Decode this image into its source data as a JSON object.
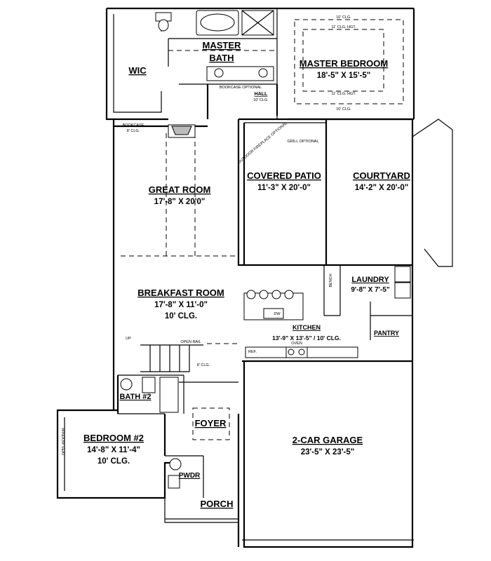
{
  "rooms": {
    "wic": {
      "name": "WIC"
    },
    "master_bath": {
      "name_line1": "MASTER",
      "name_line2": "BATH"
    },
    "master_bedroom": {
      "name": "MASTER BEDROOM",
      "dims": "18'-5\" X 15'-5\""
    },
    "great_room": {
      "name": "GREAT ROOM",
      "dims": "17'-8\" X 20'0\""
    },
    "covered_patio": {
      "name": "COVERED PATIO",
      "dims": "11'-3\" X 20'-0\""
    },
    "courtyard": {
      "name": "COURTYARD",
      "dims": "14'-2\" X 20'-0\""
    },
    "breakfast_room": {
      "name": "BREAKFAST ROOM",
      "dims": "17'-8\" X 11'-0\"",
      "ceiling": "10' CLG."
    },
    "laundry": {
      "name": "LAUNDRY",
      "dims": "9'-8\" X 7'-5\""
    },
    "pantry": {
      "name": "PANTRY"
    },
    "kitchen": {
      "name": "KITCHEN",
      "dims": "13'-9\" X 13'-5\" / 10' CLG."
    },
    "bath2": {
      "name": "BATH #2"
    },
    "foyer": {
      "name": "FOYER"
    },
    "bedroom2": {
      "name": "BEDROOM #2",
      "dims": "14'-8\" X 11'-4\"",
      "ceiling": "10' CLG."
    },
    "garage": {
      "name": "2-CAR GARAGE",
      "dims": "23'-5\" X 23'-5\""
    },
    "pwdr": {
      "name": "PWDR"
    },
    "porch": {
      "name": "PORCH"
    },
    "hall": {
      "name": "HALL"
    }
  },
  "notes": {
    "bookcase_optional": "BOOKCASE OPTIONAL",
    "hall_clg": "10' CLG.",
    "bookcase_left": "BOOKCASE",
    "bookcase_left_clg": "8' CLG.",
    "grill_optional": "GRILL OPTIONAL",
    "fireplace_optional": "OUTDOOR FIREPLACE OPTIONAL",
    "mb_clg_top": "10' CLG.",
    "mb_clg_hgt_top": "11' CLG. HGT.",
    "mb_clg_hgt_bottom": "11' CLG. HGT.",
    "mb_clg_bottom": "10' CLG.",
    "open_rail": "OPEN RAIL",
    "stair_up": "UP",
    "foyer_clg": "8' CLG.",
    "laundry_bench": "BENCH",
    "kitchen_ref": "REF.",
    "kitchen_dw": "DW",
    "oven": "OVEN",
    "window_seat": "WINDOW SEAT"
  }
}
